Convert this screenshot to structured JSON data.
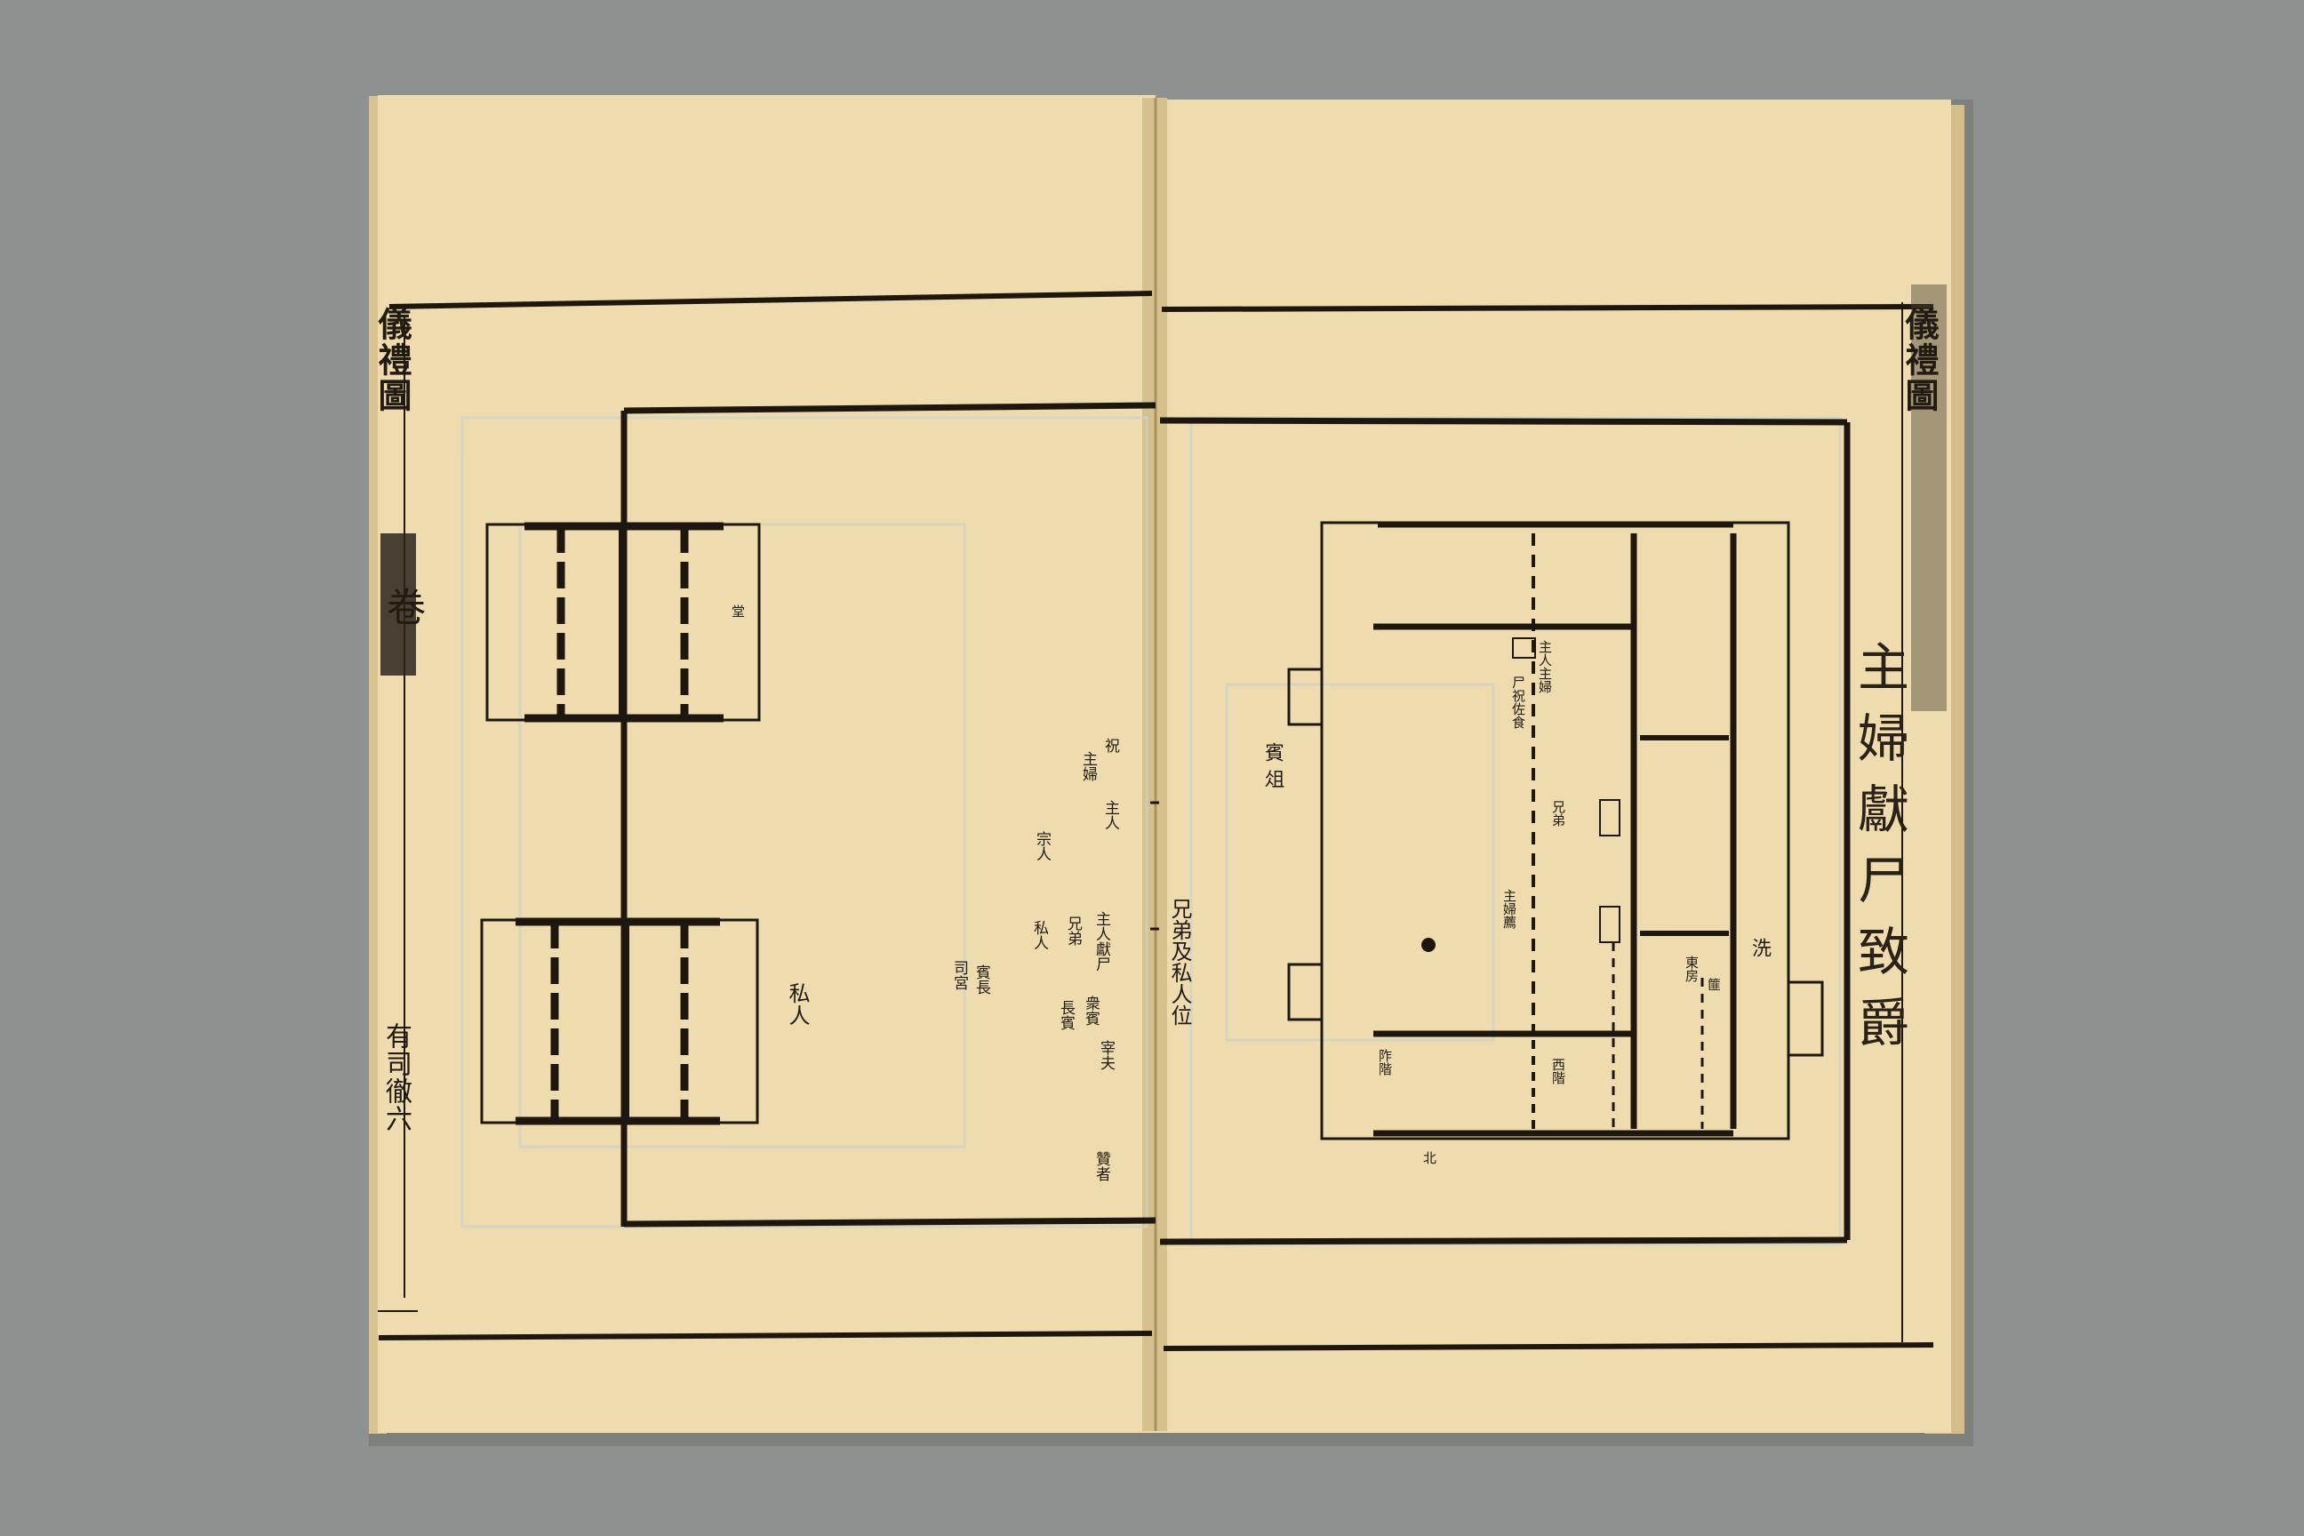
{
  "book": {
    "left_page": {
      "title": "儀禮圖",
      "fascicle": "卷",
      "folio": "有司徹六",
      "labels": {
        "room_label": "堂",
        "seat_a": "祝",
        "seat_b": "主婦",
        "officiant_a": "主人",
        "officiant_b": "宗人",
        "notes_1": "主人獻尸",
        "notes_2": "兄弟",
        "notes_3": "私人",
        "notes_4": "衆賓",
        "notes_5": "長賓",
        "notes_6": "賓長",
        "notes_7": "司宮",
        "notes_8": "宰夫",
        "notes_9": "贊者"
      }
    },
    "right_page": {
      "title": "儀禮圖",
      "heading": "主婦獻尸致爵",
      "labels": {
        "guest": "賓",
        "table": "俎",
        "cluster_1": "主人主婦",
        "cluster_2": "尸祝佐食",
        "cluster_3": "兄弟",
        "cluster_4": "洗",
        "cluster_5": "篚",
        "cluster_6": "東房",
        "cluster_7": "主婦薦",
        "cluster_8": "西階",
        "cluster_9": "阼階",
        "cluster_10": "北",
        "row_text": "兄弟及私人位"
      }
    }
  },
  "colors": {
    "background": "#8d9290",
    "paper": "#efdcae",
    "paper_edge": "#d9c28c",
    "ink": "#221b12"
  }
}
